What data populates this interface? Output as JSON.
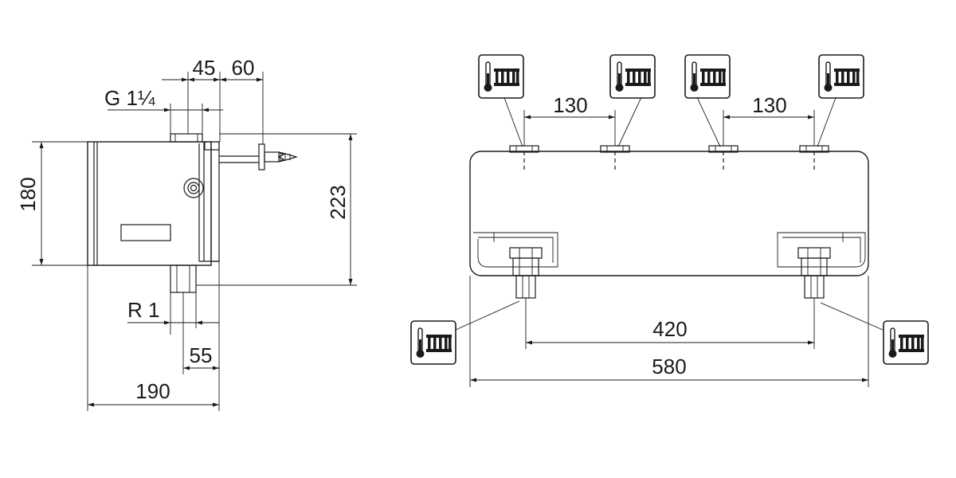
{
  "side_view": {
    "thread_top_label": "G 1¼",
    "thread_bottom_label": "R 1",
    "dims": {
      "d45": "45",
      "d60": "60",
      "d180": "180",
      "d223": "223",
      "d55": "55",
      "d190": "190"
    }
  },
  "front_view": {
    "dims": {
      "d130_left": "130",
      "d130_right": "130",
      "d420": "420",
      "d580": "580"
    },
    "symbols": [
      "radiator-thermometer-icon",
      "radiator-thermometer-icon",
      "radiator-thermometer-icon",
      "radiator-thermometer-icon",
      "radiator-thermometer-icon",
      "radiator-thermometer-icon"
    ]
  }
}
